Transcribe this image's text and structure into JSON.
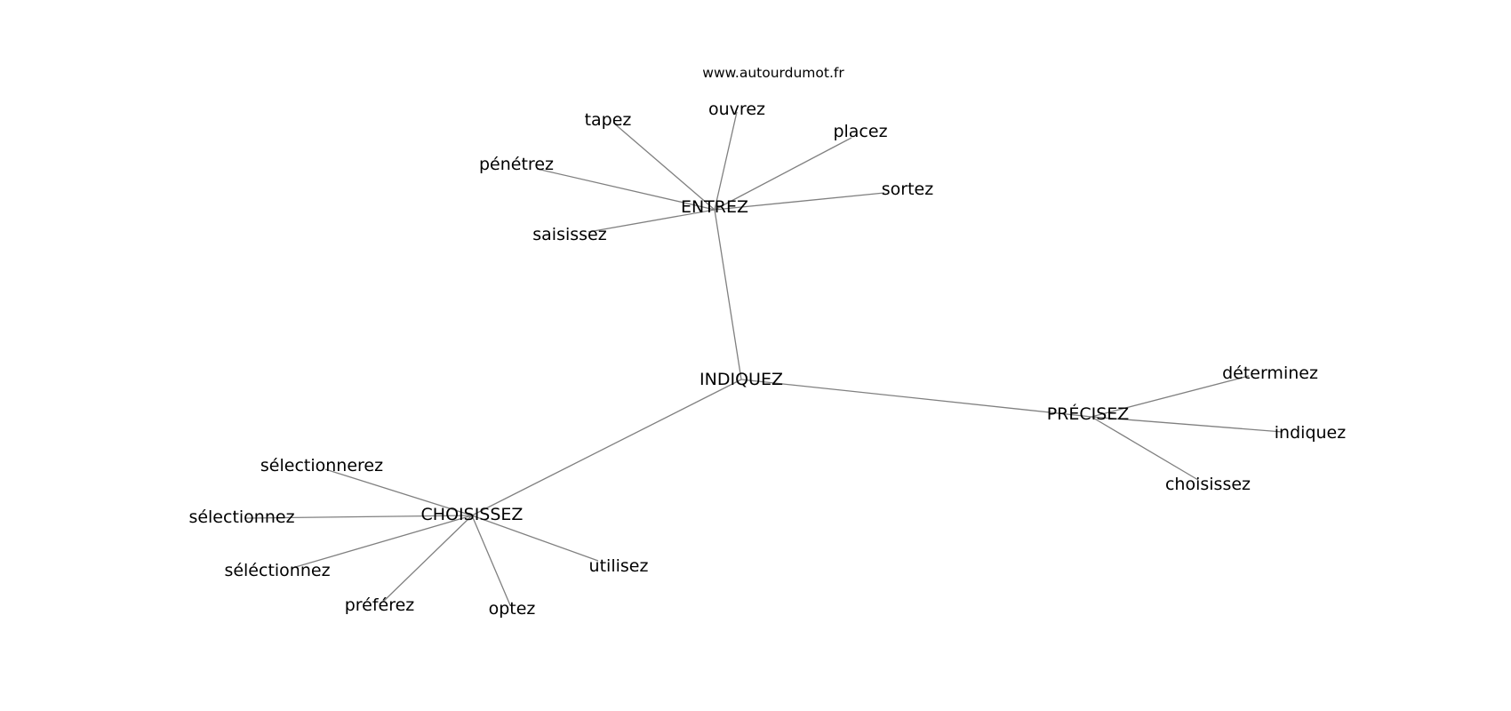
{
  "source": "www.autourdumot.fr",
  "hubs": [
    {
      "id": "entrez",
      "label": "ENTREZ"
    },
    {
      "id": "indiquez",
      "label": "INDIQUEZ"
    },
    {
      "id": "precisez",
      "label": "PRÉCISEZ"
    },
    {
      "id": "choisissez",
      "label": "CHOISISSEZ"
    }
  ],
  "leaves": [
    {
      "id": "tapez",
      "label": "tapez",
      "hub": "entrez"
    },
    {
      "id": "ouvrez",
      "label": "ouvrez",
      "hub": "entrez"
    },
    {
      "id": "placez",
      "label": "placez",
      "hub": "entrez"
    },
    {
      "id": "penetrez",
      "label": "pénétrez",
      "hub": "entrez"
    },
    {
      "id": "sortez",
      "label": "sortez",
      "hub": "entrez"
    },
    {
      "id": "saisissez",
      "label": "saisissez",
      "hub": "entrez"
    },
    {
      "id": "determinez",
      "label": "déterminez",
      "hub": "precisez"
    },
    {
      "id": "indiquez-leaf",
      "label": "indiquez",
      "hub": "precisez"
    },
    {
      "id": "choisissez-leaf",
      "label": "choisissez",
      "hub": "precisez"
    },
    {
      "id": "selectionnerez",
      "label": "sélectionnerez",
      "hub": "choisissez"
    },
    {
      "id": "selectionnez",
      "label": "sélectionnez",
      "hub": "choisissez"
    },
    {
      "id": "selectionnez-2",
      "label": "séléctionnez",
      "hub": "choisissez"
    },
    {
      "id": "preferez",
      "label": "préférez",
      "hub": "choisissez"
    },
    {
      "id": "optez",
      "label": "optez",
      "hub": "choisissez"
    },
    {
      "id": "utilisez",
      "label": "utilisez",
      "hub": "choisissez"
    }
  ],
  "edges": [
    [
      "indiquez",
      "entrez"
    ],
    [
      "indiquez",
      "precisez"
    ],
    [
      "indiquez",
      "choisissez"
    ]
  ]
}
